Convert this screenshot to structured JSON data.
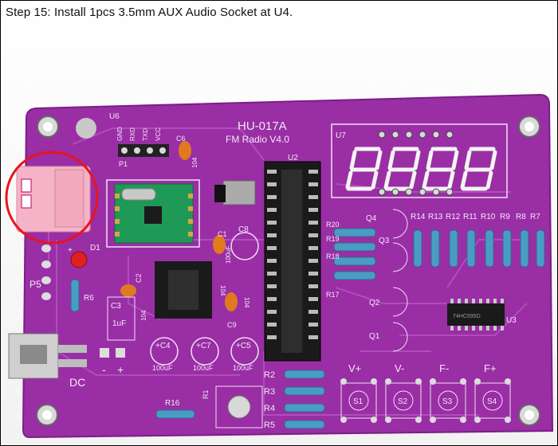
{
  "caption": "Step 15: Install 1pcs 3.5mm AUX Audio Socket at U4.",
  "board": {
    "title": "HU-017A",
    "subtitle": "FM Radio V4.0",
    "color": "#9b2fa6",
    "u6": "U6",
    "u2": "U2",
    "u3": "U3",
    "u7": "U7",
    "p1": "P1",
    "p5": "P5",
    "d1": "D1",
    "dc": "DC",
    "r6": "R6",
    "r16": "R16",
    "r1": "R1",
    "c1": "C1",
    "c2": "C2",
    "c3": "C3",
    "c4": "+C4",
    "c5": "+C5",
    "c6": "C6",
    "c7": "+C7",
    "c8": "C8",
    "c9": "C9",
    "c104a": "104",
    "c104b": "104",
    "c104c": "104",
    "c104d": "104",
    "cap_1uf": "1uF",
    "cap_100uf_a": "100uF",
    "cap_100uf_b": "100uF",
    "cap_100uf_c": "100uF",
    "cap_100uf_d": "100uF",
    "p1_pins": [
      "GND",
      "RXD",
      "TXD",
      "VCC"
    ],
    "q_labels": [
      "Q4",
      "Q3",
      "Q2",
      "Q1"
    ],
    "r_top": [
      "R14",
      "R13",
      "R12",
      "R11",
      "R10",
      "R9",
      "R8",
      "R7"
    ],
    "r_left": [
      "R20",
      "R19",
      "R18",
      "R17"
    ],
    "r_bottom": [
      "R2",
      "R3",
      "R4",
      "R5"
    ],
    "switch_labels": [
      "V+",
      "V-",
      "F-",
      "F+"
    ],
    "switches": [
      "S1",
      "S2",
      "S3",
      "S4"
    ],
    "minus": "-",
    "plus": "+",
    "led_plus": "+",
    "chip_mark": "74HC595D"
  }
}
